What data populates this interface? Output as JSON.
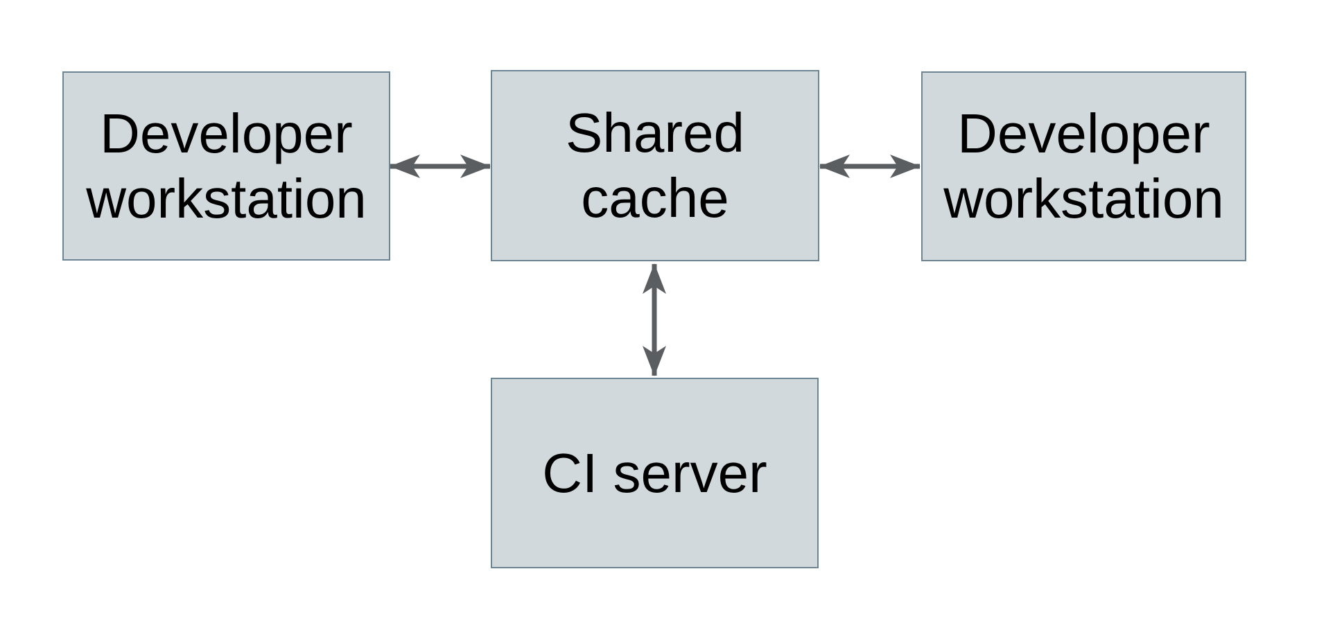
{
  "diagram": {
    "colors": {
      "background": "#ffffff",
      "node_fill": "#d2d9dc",
      "node_border": "#6d8593",
      "arrow": "#5b5e61",
      "label_text": "#000000"
    },
    "nodes": [
      {
        "id": "developer-workstation-left",
        "label": "Developer\nworkstation"
      },
      {
        "id": "shared-cache",
        "label": "Shared\ncache"
      },
      {
        "id": "developer-workstation-right",
        "label": "Developer\nworkstation"
      },
      {
        "id": "ci-server",
        "label": "CI server"
      }
    ],
    "edges": [
      {
        "from": "developer-workstation-left",
        "to": "shared-cache",
        "direction": "bidirectional"
      },
      {
        "from": "shared-cache",
        "to": "developer-workstation-right",
        "direction": "bidirectional"
      },
      {
        "from": "shared-cache",
        "to": "ci-server",
        "direction": "bidirectional"
      }
    ]
  }
}
